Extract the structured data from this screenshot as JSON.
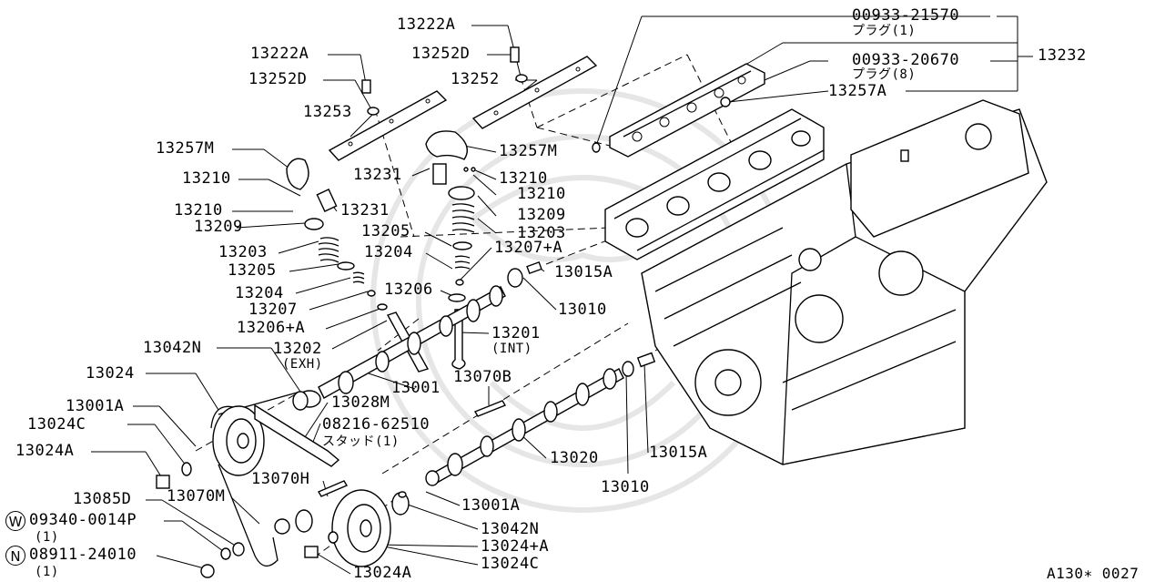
{
  "diagram": {
    "footer_code": "A130∗ 0027",
    "labels": [
      {
        "id": "l01",
        "text": "13222A"
      },
      {
        "id": "l02",
        "text": "13252D"
      },
      {
        "id": "l03",
        "text": "13222A"
      },
      {
        "id": "l04",
        "text": "13252D"
      },
      {
        "id": "l05",
        "text": "13252"
      },
      {
        "id": "l06",
        "text": "13253"
      },
      {
        "id": "l07",
        "text": "13257M"
      },
      {
        "id": "l08",
        "text": "13257M"
      },
      {
        "id": "l09",
        "text": "13210"
      },
      {
        "id": "l10",
        "text": "13231"
      },
      {
        "id": "l11",
        "text": "13210"
      },
      {
        "id": "l12",
        "text": "13210"
      },
      {
        "id": "l13",
        "text": "13231"
      },
      {
        "id": "l14",
        "text": "13210"
      },
      {
        "id": "l15",
        "text": "13209"
      },
      {
        "id": "l16",
        "text": "13209"
      },
      {
        "id": "l17",
        "text": "13205"
      },
      {
        "id": "l18",
        "text": "13203"
      },
      {
        "id": "l19",
        "text": "13203"
      },
      {
        "id": "l20",
        "text": "13204"
      },
      {
        "id": "l21",
        "text": "13207+A"
      },
      {
        "id": "l22",
        "text": "13205"
      },
      {
        "id": "l23",
        "text": "13015A"
      },
      {
        "id": "l24",
        "text": "13204"
      },
      {
        "id": "l25",
        "text": "13206"
      },
      {
        "id": "l26",
        "text": "13010"
      },
      {
        "id": "l27",
        "text": "13207"
      },
      {
        "id": "l28",
        "text": "13206+A"
      },
      {
        "id": "l29",
        "text": "13201"
      },
      {
        "id": "l30",
        "text": "(INT)"
      },
      {
        "id": "l31",
        "text": "13042N"
      },
      {
        "id": "l32",
        "text": "13202"
      },
      {
        "id": "l33",
        "text": "(EXH)"
      },
      {
        "id": "l34",
        "text": "13070B"
      },
      {
        "id": "l35",
        "text": "13024"
      },
      {
        "id": "l36",
        "text": "13001"
      },
      {
        "id": "l37",
        "text": "13028M"
      },
      {
        "id": "l38",
        "text": "13001A"
      },
      {
        "id": "l39",
        "text": "08216-62510"
      },
      {
        "id": "l40",
        "text": "スタッド(1)"
      },
      {
        "id": "l41",
        "text": "13024C"
      },
      {
        "id": "l42",
        "text": "13020"
      },
      {
        "id": "l43",
        "text": "13015A"
      },
      {
        "id": "l44",
        "text": "13024A"
      },
      {
        "id": "l45",
        "text": "13070H"
      },
      {
        "id": "l46",
        "text": "13010"
      },
      {
        "id": "l47",
        "text": "13085D"
      },
      {
        "id": "l48",
        "text": "13070M"
      },
      {
        "id": "l49",
        "text": "13001A"
      },
      {
        "id": "l50",
        "text": "09340-0014P"
      },
      {
        "id": "l51",
        "text": "(1)"
      },
      {
        "id": "l52",
        "text": "13042N"
      },
      {
        "id": "l53",
        "text": "08911-24010"
      },
      {
        "id": "l54",
        "text": "13024+A"
      },
      {
        "id": "l55",
        "text": "(1)"
      },
      {
        "id": "l56",
        "text": "13024A"
      },
      {
        "id": "l57",
        "text": "13024C"
      },
      {
        "id": "l58",
        "text": "00933-21570"
      },
      {
        "id": "l59",
        "text": "プラグ(1)"
      },
      {
        "id": "l60",
        "text": "13232"
      },
      {
        "id": "l61",
        "text": "00933-20670"
      },
      {
        "id": "l62",
        "text": "プラグ(8)"
      },
      {
        "id": "l63",
        "text": "13257A"
      }
    ],
    "badges": [
      {
        "id": "bw",
        "text": "W"
      },
      {
        "id": "bn",
        "text": "N"
      }
    ]
  }
}
